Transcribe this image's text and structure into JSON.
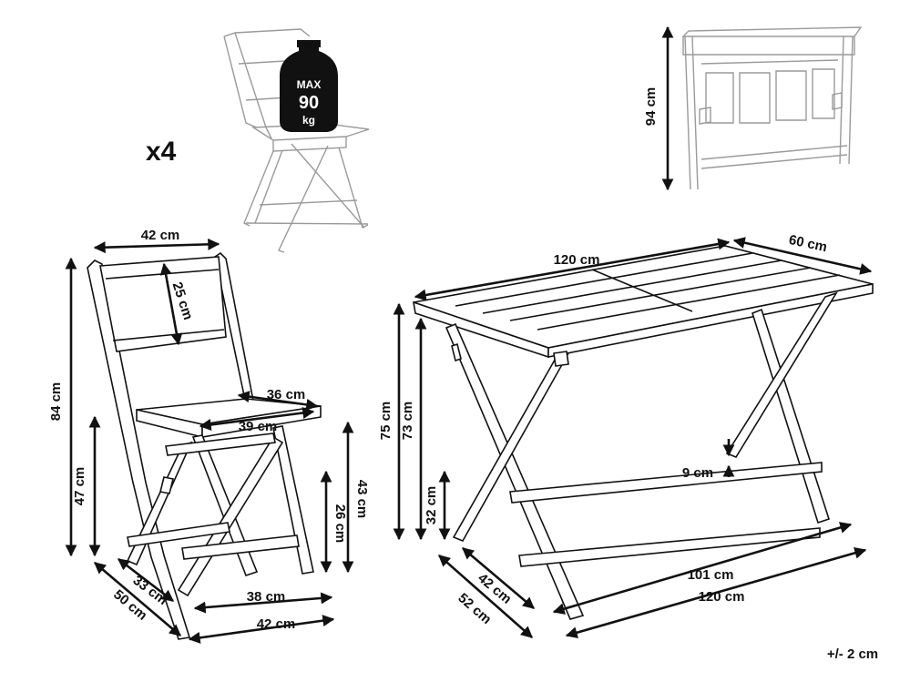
{
  "quantity": "x4",
  "weight_badge": {
    "line1": "MAX",
    "line2": "90",
    "line3": "kg"
  },
  "chair": {
    "width_top": "42 cm",
    "backrest_height": "25 cm",
    "height_total": "84 cm",
    "seat_height": "47 cm",
    "seat_depth": "36 cm",
    "seat_width": "39 cm",
    "frame_height": "43 cm",
    "leg_height": "26 cm",
    "depth_front": "33 cm",
    "depth_base": "50 cm",
    "width_front_bar": "38 cm",
    "width_base": "42 cm"
  },
  "folded_table": {
    "height": "94 cm"
  },
  "table": {
    "length_top": "120 cm",
    "width_top": "60 cm",
    "height_total": "75 cm",
    "height_under": "73 cm",
    "stretcher_height": "32 cm",
    "stretcher_gap": "9 cm",
    "depth_inner": "42 cm",
    "depth_base": "52 cm",
    "length_inner": "101 cm",
    "length_base": "120 cm"
  },
  "tolerance": "+/- 2 cm"
}
